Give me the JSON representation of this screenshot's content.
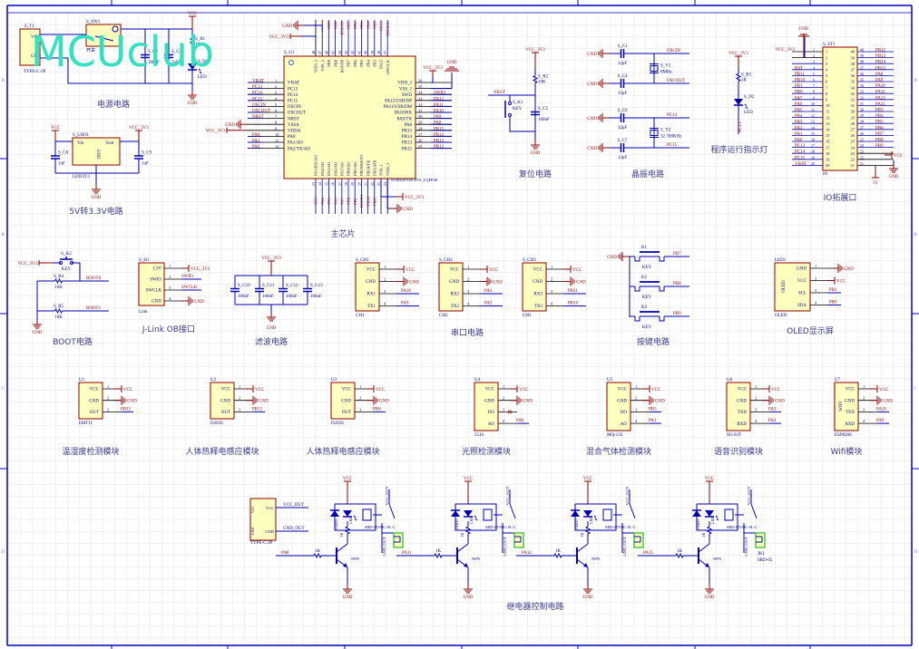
{
  "watermark": "MCUclub",
  "colors": {
    "wire": "#0000b0",
    "power": "#8b0000",
    "part_fill": "#ffffc0",
    "part_border": "#8b0000",
    "text": "#000080",
    "net": "#8b0000",
    "grid": "#e8e8e8",
    "frame": "#0000c8",
    "watermark": "#33e0c0",
    "relay_conn": "#30c030"
  },
  "frame": {
    "zones_left": [
      "A",
      "B",
      "C",
      "D"
    ],
    "zones_right": [
      "A",
      "B",
      "C",
      "D"
    ]
  },
  "sections": {
    "power": {
      "title": "电源电路",
      "usb": {
        "ref": "S_T1",
        "pins": [
          "VCC",
          "GND"
        ],
        "part": "TYPE-C-2P"
      },
      "switch": {
        "ref": "S_SW1",
        "label": "开关"
      },
      "c2": {
        "ref": "S_C2",
        "value": "100nF"
      },
      "c3": {
        "ref": "S_C3",
        "value": "1uF"
      },
      "r": {
        "ref": "S_R1",
        "value": "1K"
      },
      "led": {
        "ref": "S_D1",
        "value": "LED"
      },
      "vcc": "VCC",
      "gnd": "GND"
    },
    "ldo": {
      "title": "5V转3.3V电路",
      "ref": "S_LDO1",
      "part": "LDO3V3",
      "pins": {
        "vin": "Vin",
        "vout": "Vout",
        "gnd": "GND"
      },
      "c8": {
        "ref": "S_C8",
        "value": "1uF"
      },
      "c9": {
        "ref": "S_C9",
        "value": "1uF"
      },
      "vcc": "VCC",
      "vout_net": "VCC_3V3",
      "gnd": "GND"
    },
    "mcu": {
      "title": "主芯片",
      "ref": "S_U1",
      "part": "STM32F103C8T6_LQFP48",
      "left_pins": [
        {
          "num": "1",
          "name": "VBAT",
          "net": "VBAT"
        },
        {
          "num": "2",
          "name": "PC13",
          "net": "PC13"
        },
        {
          "num": "3",
          "name": "PC14",
          "net": "PC14"
        },
        {
          "num": "4",
          "name": "PC15",
          "net": "PC15"
        },
        {
          "num": "5",
          "name": "OSCIN",
          "net": "OSCIN"
        },
        {
          "num": "6",
          "name": "OSCOUT",
          "net": "OSCOUT"
        },
        {
          "num": "7",
          "name": "NRST",
          "net": "NRST"
        },
        {
          "num": "8",
          "name": "VSSA",
          "net": "GND"
        },
        {
          "num": "9",
          "name": "VDDA",
          "net": "VCC_3V3"
        },
        {
          "num": "10",
          "name": "PA0",
          "net": "PA0"
        },
        {
          "num": "11",
          "name": "PA1/AO",
          "net": "PA1"
        },
        {
          "num": "12",
          "name": "PA2/TX/AO",
          "net": "PA2"
        }
      ],
      "right_pins": [
        {
          "num": "36",
          "name": "VDD_2",
          "net": "VCC_3V3"
        },
        {
          "num": "35",
          "name": "VSS_2",
          "net": "GND"
        },
        {
          "num": "34",
          "name": "SWD",
          "net": "SWIO"
        },
        {
          "num": "33",
          "name": "PA12/USB/DP",
          "net": "PA12"
        },
        {
          "num": "32",
          "name": "PA11/USB/DM",
          "net": "PA11"
        },
        {
          "num": "31",
          "name": "PA10/RX",
          "net": "PA10"
        },
        {
          "num": "30",
          "name": "PA9/TX",
          "net": "PA9"
        },
        {
          "num": "29",
          "name": "PA8",
          "net": "PA8"
        },
        {
          "num": "28",
          "name": "PB15",
          "net": "PB15"
        },
        {
          "num": "27",
          "name": "PB14",
          "net": "PB14"
        },
        {
          "num": "26",
          "name": "PB13",
          "net": "PB13"
        },
        {
          "num": "25",
          "name": "PB12",
          "net": "PB12"
        }
      ],
      "top_pins": [
        {
          "num": "48",
          "name": "VDD_3",
          "net": "VCC_3V3"
        },
        {
          "num": "47",
          "name": "VSS_3",
          "net": "GND"
        },
        {
          "num": "46",
          "name": "PB9",
          "net": "PB9"
        },
        {
          "num": "45",
          "name": "PB8",
          "net": "PB8"
        },
        {
          "num": "44",
          "name": "BOOT0",
          "net": "BOOT0"
        },
        {
          "num": "43",
          "name": "PB7",
          "net": "PB7"
        },
        {
          "num": "42",
          "name": "PB6",
          "net": "PB6"
        },
        {
          "num": "41",
          "name": "PB5",
          "net": "PB5"
        },
        {
          "num": "40",
          "name": "PB4",
          "net": "PB4"
        },
        {
          "num": "39",
          "name": "PB3",
          "net": "PB3"
        },
        {
          "num": "38",
          "name": "PA15",
          "net": "PA15"
        },
        {
          "num": "37",
          "name": "SWCLK",
          "net": "SWCLK"
        }
      ],
      "bottom_pins": [
        {
          "num": "13",
          "name": "PA3/RX/AO",
          "net": "PA3"
        },
        {
          "num": "14",
          "name": "PA4/AO",
          "net": "PA4"
        },
        {
          "num": "15",
          "name": "PA5/AO",
          "net": "PA5"
        },
        {
          "num": "16",
          "name": "PA6/AO",
          "net": "PA6"
        },
        {
          "num": "17",
          "name": "PA7/AO",
          "net": "PA7"
        },
        {
          "num": "18",
          "name": "PB0/AO",
          "net": "PB0"
        },
        {
          "num": "19",
          "name": "PB1/AO",
          "net": "PB1"
        },
        {
          "num": "20",
          "name": "PB2/BOOT1",
          "net": "BOOT1"
        },
        {
          "num": "21",
          "name": "PB10/TX",
          "net": "PB10"
        },
        {
          "num": "22",
          "name": "PB11/RX",
          "net": "PB11"
        },
        {
          "num": "23",
          "name": "VSS_1",
          "net": "GND"
        },
        {
          "num": "24",
          "name": "VDD_1",
          "net": "VCC_3V3"
        }
      ],
      "vcc_net": "VCC_3V3",
      "gnd_net": "GND"
    },
    "reset": {
      "title": "复位电路",
      "vcc": "VCC_3V3",
      "r": {
        "ref": "S_R2",
        "value": "10K"
      },
      "key": {
        "ref": "S_K1",
        "value": "KEY"
      },
      "c": {
        "ref": "S_C5",
        "value": "100nF"
      },
      "net": "NRST",
      "gnd": "GND"
    },
    "crystal": {
      "title": "晶振电路",
      "caps": [
        {
          "ref": "S_C1",
          "value": "12pF",
          "net": "OSCIN"
        },
        {
          "ref": "S_C4",
          "value": "12pF",
          "net": "OSCOUT"
        },
        {
          "ref": "S_C6",
          "value": "12pF",
          "net": "PC14"
        },
        {
          "ref": "S_C7",
          "value": "12pF",
          "net": "PC15"
        }
      ],
      "y1": {
        "ref": "S_Y1",
        "value": "8MHz"
      },
      "y2": {
        "ref": "S_Y2",
        "value": "32.768KHz"
      },
      "gnd": "GND"
    },
    "run_led": {
      "title": "程序运行指示灯",
      "vcc": "VCC_3V3",
      "r": {
        "ref": "S_R3",
        "value": "1K"
      },
      "led": {
        "ref": "S_D2",
        "value": "LED"
      },
      "net": "PC13"
    },
    "io": {
      "title": "IO拓展口",
      "ref": "S_ST1",
      "part": "IO",
      "left_nets": [
        "VCC_3V3",
        "GND",
        "",
        "RST",
        "PB11",
        "PB10",
        "PB1",
        "PB0",
        "PA7",
        "PA6",
        "PA5",
        "PA4",
        "PA3",
        "PA2",
        "PA1",
        "PA0",
        "PC13",
        "PC14",
        "PC15",
        "VBAT"
      ],
      "right_nets": [
        "PB12",
        "PB13",
        "PB14",
        "PB15",
        "PA8",
        "PA9",
        "PA10",
        "PA11",
        "PA12",
        "PA15",
        "PB3",
        "PB4",
        "PB5",
        "PB6",
        "PB7",
        "PB8",
        "PB9",
        "VCC",
        "GND",
        "5V"
      ],
      "gnd": "GND",
      "vcc": "VCC",
      "five_v": "5V"
    },
    "boot": {
      "title": "BOOT电路",
      "vcc": "VCC_3V3",
      "key": {
        "ref": "S_K2",
        "value": "KEY"
      },
      "r4": {
        "ref": "S_R4",
        "value": "10K",
        "net": "BOOT0"
      },
      "r5": {
        "ref": "S_R5",
        "value": "10K",
        "net": "BOOT1"
      },
      "gnd": "GND"
    },
    "jlink": {
      "title": "J-Link OB接口",
      "ref": "S_H1",
      "part": "Link",
      "pins": [
        {
          "num": "1",
          "name": "3.3V",
          "net": "VCC_3V3"
        },
        {
          "num": "2",
          "name": "SWIO",
          "net": "SWIO"
        },
        {
          "num": "3",
          "name": "SWCLK",
          "net": "SWCLK"
        },
        {
          "num": "4",
          "name": "GND",
          "net": "GND"
        }
      ]
    },
    "filter": {
      "title": "滤波电路",
      "vcc": "VCC_3V3",
      "caps": [
        {
          "ref": "S_C10",
          "value": "100nF"
        },
        {
          "ref": "S_C11",
          "value": "100nF"
        },
        {
          "ref": "S_C12",
          "value": "100nF"
        },
        {
          "ref": "S_C13",
          "value": "100nF"
        }
      ],
      "gnd": "GND"
    },
    "uart": {
      "title": "串口电路",
      "ports": [
        {
          "ref": "S_CH1",
          "part": "CH1",
          "pins": [
            "VCC",
            "GND",
            "RX1",
            "TX1"
          ],
          "nets": [
            "VCC",
            "GND",
            "PA10",
            "PA9"
          ]
        },
        {
          "ref": "S_CH2",
          "part": "CH2",
          "pins": [
            "VCC",
            "GND",
            "RX2",
            "TX2"
          ],
          "nets": [
            "VCC",
            "GND",
            "PA3",
            "PA2"
          ]
        },
        {
          "ref": "S_CH3",
          "part": "CH3",
          "pins": [
            "VCC",
            "GND",
            "RX3",
            "TX3"
          ],
          "nets": [
            "VCC",
            "GND",
            "PB11",
            "PB10"
          ]
        }
      ]
    },
    "keys": {
      "title": "按键电路",
      "gnd": "GND",
      "items": [
        {
          "ref": "K1",
          "value": "KEY",
          "net": "PB7"
        },
        {
          "ref": "K2",
          "value": "KEY",
          "net": "PB8"
        },
        {
          "ref": "K3",
          "value": "KEY",
          "net": "PB9"
        }
      ]
    },
    "oled": {
      "title": "OLED显示屏",
      "ref": "LED1",
      "part": "OLED",
      "body_label": "OLED",
      "pins": [
        {
          "num": "1",
          "name": "GND",
          "net": "GND"
        },
        {
          "num": "2",
          "name": "VCC",
          "net": "VCC"
        },
        {
          "num": "3",
          "name": "SCL",
          "net": "PB1"
        },
        {
          "num": "4",
          "name": "SDA",
          "net": "PB0"
        }
      ]
    },
    "modules": [
      {
        "ref": "U1",
        "part": "DHT11",
        "title": "温湿度检测模块",
        "pins": [
          "VCC",
          "GND",
          "OUT"
        ],
        "nets": [
          "VCC",
          "GND",
          "PB12"
        ],
        "body": ""
      },
      {
        "ref": "U2",
        "part": "D203S",
        "title": "人体热释电感应模块",
        "pins": [
          "VCC",
          "GND",
          "OUT"
        ],
        "nets": [
          "VCC",
          "GND",
          "PB13"
        ],
        "body": ""
      },
      {
        "ref": "U3",
        "part": "D203S",
        "title": "人体热释电感应模块",
        "pins": [
          "VCC",
          "GND",
          "OUT"
        ],
        "nets": [
          "VCC",
          "GND",
          "PB6"
        ],
        "body": ""
      },
      {
        "ref": "U4",
        "part": "5516",
        "title": "光照检测模块",
        "pins": [
          "VCC",
          "GND",
          "DO",
          "AO"
        ],
        "nets": [
          "VCC",
          "GND",
          "",
          "PA0"
        ],
        "body": ""
      },
      {
        "ref": "U5",
        "part": "MQ-135",
        "title": "混合气体检测模块",
        "pins": [
          "VCC",
          "GND",
          "DO",
          "AO"
        ],
        "nets": [
          "VCC",
          "GND",
          "PB5",
          "PA1"
        ],
        "body": ""
      },
      {
        "ref": "U6",
        "part": "SU-03T",
        "title": "语音识别模块",
        "pins": [
          "VCC",
          "GND",
          "TXD",
          "RXD"
        ],
        "nets": [
          "VCC",
          "GND",
          "PA3",
          "PA2"
        ],
        "body": ""
      },
      {
        "ref": "U7",
        "part": "ESP8266",
        "title": "Wifi模块",
        "pins": [
          "VCC",
          "GND",
          "TXD",
          "RXD"
        ],
        "nets": [
          "VCC",
          "GND",
          "PA10",
          "PA9"
        ],
        "body": "WIFI"
      }
    ],
    "relay": {
      "title": "继电器控制电路",
      "typec": {
        "pins": [
          "VCC",
          "GND"
        ],
        "nets": [
          "VCC_OUT",
          "GND_OUT"
        ],
        "part": "TYPE-C-2P"
      },
      "channels": [
        {
          "net": "PA8",
          "r": "1K",
          "q": "NPN",
          "diode": "1N4007",
          "led": "LED",
          "rled": "1K",
          "relay": "SRD-05VDC-SL-C",
          "conn": ""
        },
        {
          "net": "PA11",
          "r": "1K",
          "q": "NPN",
          "diode": "1N4007",
          "led": "LED",
          "rled": "1K",
          "relay": "SRD-05VDC-SL-C",
          "conn": ""
        },
        {
          "net": "PA12",
          "r": "1K",
          "q": "NPN",
          "diode": "1N4007",
          "led": "LED",
          "rled": "1K",
          "relay": "SRD-05VDC-SL-C",
          "conn": ""
        },
        {
          "net": "PA15",
          "r": "1K",
          "q": "NPN",
          "diode": "1N4007",
          "led": "LED",
          "rled": "1K",
          "relay": "SRD-05VDC-SL-C",
          "conn": "JK1",
          "conn_part": "SRD-05"
        }
      ],
      "vcc": "VCC",
      "gnd": "GND",
      "vcc_out": "VCC_OUT",
      "gnd_out": "GND_OUT"
    }
  }
}
